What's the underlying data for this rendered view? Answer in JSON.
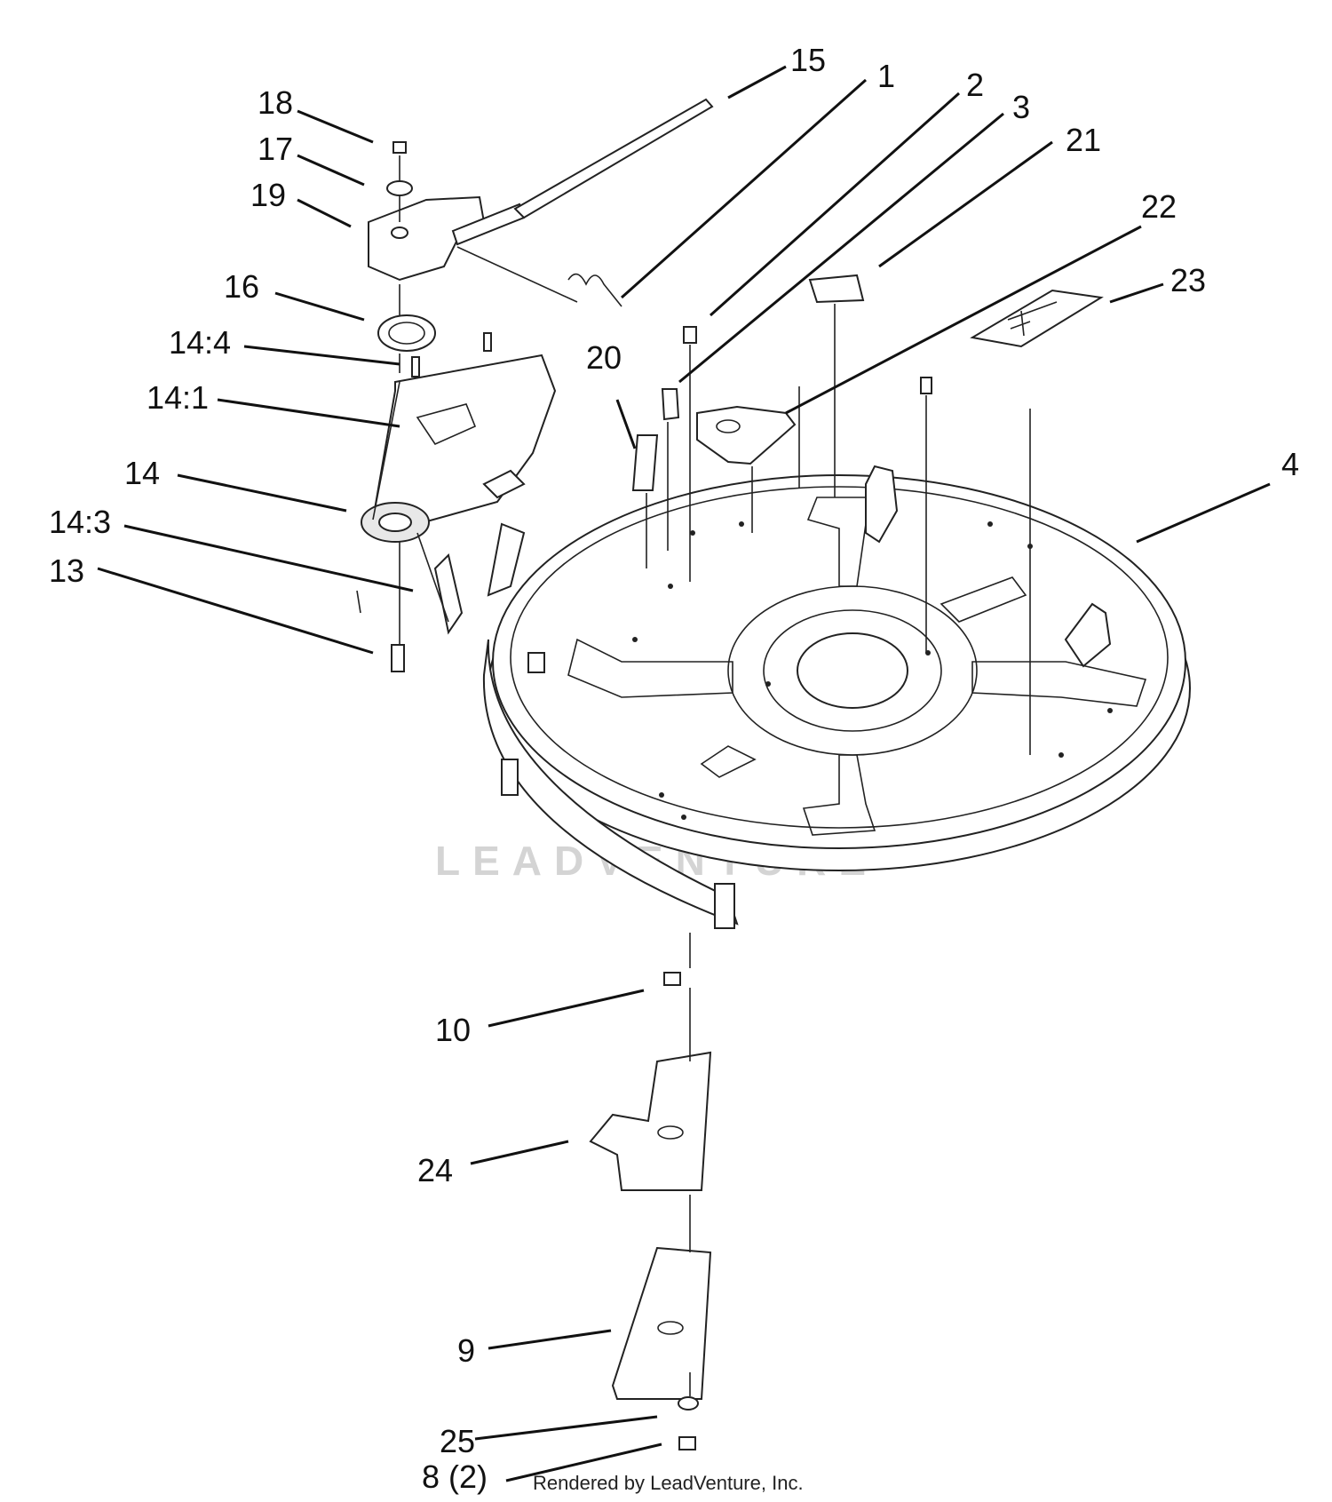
{
  "callouts": {
    "c15": "15",
    "c1": "1",
    "c2": "2",
    "c3": "3",
    "c21": "21",
    "c22": "22",
    "c23": "23",
    "c18": "18",
    "c17": "17",
    "c19": "19",
    "c16": "16",
    "c14_4": "14:4",
    "c14_1": "14:1",
    "c14": "14",
    "c14_3": "14:3",
    "c13": "13",
    "c20": "20",
    "c4": "4",
    "c10": "10",
    "c24": "24",
    "c9": "9",
    "c25": "25",
    "c8": "8 (2)"
  },
  "watermark": "LEADVENTURE",
  "credit": "Rendered by LeadVenture, Inc."
}
